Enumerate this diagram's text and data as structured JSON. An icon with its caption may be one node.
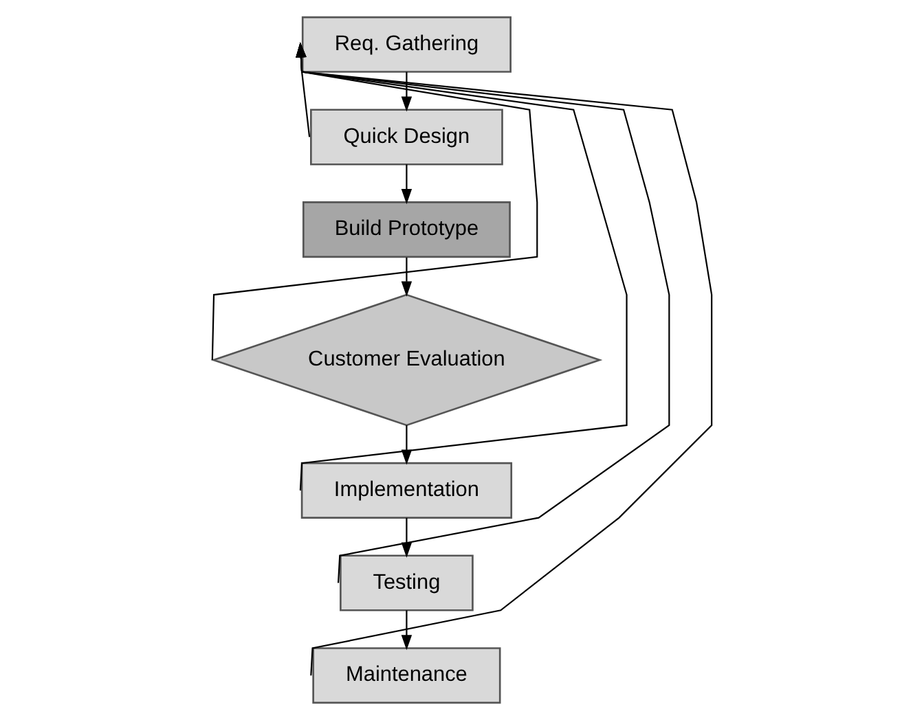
{
  "diagram": {
    "nodes": [
      {
        "text": [
          "Req. Gathering"
        ]
      },
      {
        "text": [
          "Quick Design"
        ]
      },
      {
        "text": [
          "Build Prototype"
        ]
      },
      {
        "text": [
          "Customer Evaluation"
        ]
      },
      {
        "text": [
          "Implementation"
        ]
      },
      {
        "text": [
          "Testing"
        ]
      },
      {
        "text": [
          "Maintenance"
        ]
      }
    ],
    "edges": [
      {
        "from": 0,
        "to": 1,
        "arrow": "to"
      },
      {
        "from": 1,
        "to": 2,
        "arrow": "to"
      },
      {
        "from": 2,
        "to": 3,
        "arrow": "to"
      },
      {
        "from": 3,
        "to": 4,
        "arrow": "to"
      },
      {
        "from": 4,
        "to": 5,
        "arrow": "to"
      },
      {
        "from": 5,
        "to": 6,
        "arrow": "to"
      },
      {
        "from": 1,
        "to": 0,
        "arrow": "to"
      },
      {
        "from": 3,
        "to": 0,
        "arrow": "to"
      },
      {
        "from": 4,
        "to": 0,
        "arrow": "to"
      },
      {
        "from": 5,
        "to": 0,
        "arrow": "to"
      },
      {
        "from": 6,
        "to": 0,
        "arrow": "to"
      }
    ]
  }
}
